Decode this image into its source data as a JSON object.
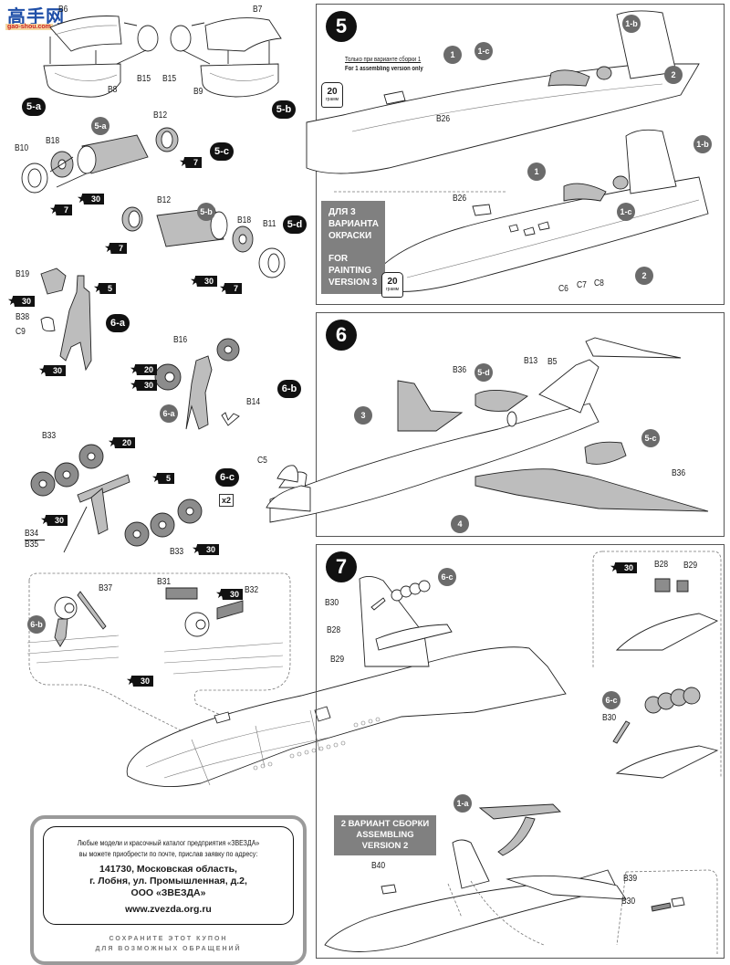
{
  "watermark": {
    "title": "高手网",
    "subtitle": "gao-shou.com"
  },
  "left_column": {
    "step_5a": {
      "badge": "5-a",
      "labels": {
        "b6": "B6",
        "b8": "B8",
        "b15": "B15"
      }
    },
    "step_5b": {
      "badge": "5-b",
      "labels": {
        "b7": "B7",
        "b9": "B9",
        "b15": "B15"
      }
    },
    "step_5c": {
      "badge": "5-c",
      "ref": "5-a",
      "labels": {
        "b10": "B10",
        "b18": "B18",
        "b12": "B12"
      },
      "paints": [
        "7",
        "30",
        "7"
      ]
    },
    "step_5d": {
      "badge": "5-d",
      "ref": "5-b",
      "labels": {
        "b12": "B12",
        "b18": "B18",
        "b11": "B11"
      },
      "paints": [
        "7",
        "30",
        "7"
      ]
    },
    "step_6a": {
      "badge": "6-a",
      "labels": {
        "b19": "B19",
        "b38": "B38",
        "c9": "C9"
      },
      "paints": [
        "30",
        "5",
        "30"
      ]
    },
    "step_6b": {
      "badge": "6-b",
      "ref": "6-a",
      "labels": {
        "b16": "B16",
        "b14": "B14"
      },
      "paints": [
        "20",
        "30"
      ]
    },
    "step_6c": {
      "badge": "6-c",
      "multiplier": "x2",
      "labels": {
        "b33_top": "B33",
        "b33_bottom": "B33",
        "b34": "B34",
        "b35": "B35"
      },
      "paints": [
        "20",
        "5",
        "30",
        "30"
      ]
    },
    "inset_gear": {
      "ref": "6-b",
      "labels": {
        "b37": "B37",
        "b31": "B31",
        "b32": "B32"
      },
      "paints": [
        "30",
        "30"
      ]
    }
  },
  "step_5": {
    "number": "5",
    "note_ru": "Только при варианте сборки 1",
    "note_en": "For 1 assembling version only",
    "glue_jar": {
      "amount": "20",
      "unit": "грамм"
    },
    "labels": {
      "b26_top": "B26",
      "b26_bottom": "B26",
      "c6": "C6",
      "c7": "C7",
      "c8": "C8"
    },
    "refs": {
      "r1": "1",
      "r1c": "1-c",
      "r1b": "1-b",
      "r2": "2"
    },
    "painting_note": [
      "ДЛЯ 3",
      "ВАРИАНТА",
      "ОКРАСКИ",
      "",
      "FOR",
      "PAINTING",
      "VERSION 3"
    ],
    "glue_jar_2": {
      "amount": "20",
      "unit": "грамм"
    }
  },
  "step_6": {
    "number": "6",
    "labels": {
      "b36_a": "B36",
      "b36_b": "B36",
      "b13": "B13",
      "b5": "B5",
      "c5": "C5"
    },
    "refs": {
      "r3": "3",
      "r4": "4",
      "r5d": "5-d",
      "r5c": "5-c"
    }
  },
  "step_7": {
    "number": "7",
    "labels": {
      "b30": "B30",
      "b28": "B28",
      "b29": "B29",
      "inset_b28": "B28",
      "inset_b29": "B29",
      "inset_b30": "B30",
      "b40": "B40",
      "b39": "B39",
      "b30_v2": "B30"
    },
    "refs": {
      "r6c": "6-c",
      "inset_r6c": "6-c",
      "r1a": "1-a"
    },
    "paints": [
      "30"
    ],
    "version_note": [
      "2 ВАРИАНТ СБОРКИ",
      "ASSEMBLING VERSION 2"
    ]
  },
  "coupon": {
    "line1": "Любые модели и красочный каталог предприятия «ЗВЕЗДА»",
    "line2": "вы можете приобрести по почте, прислав заявку по адресу:",
    "address1": "141730, Московская область,",
    "address2": "г. Лобня, ул. Промышленная, д.2,",
    "address3": "ООО «ЗВЕЗДА»",
    "website": "www.zvezda.org.ru",
    "footer1": "СОХРАНИТЕ ЭТОТ КУПОН",
    "footer2": "ДЛЯ ВОЗМОЖНЫХ ОБРАЩЕНИЙ"
  }
}
